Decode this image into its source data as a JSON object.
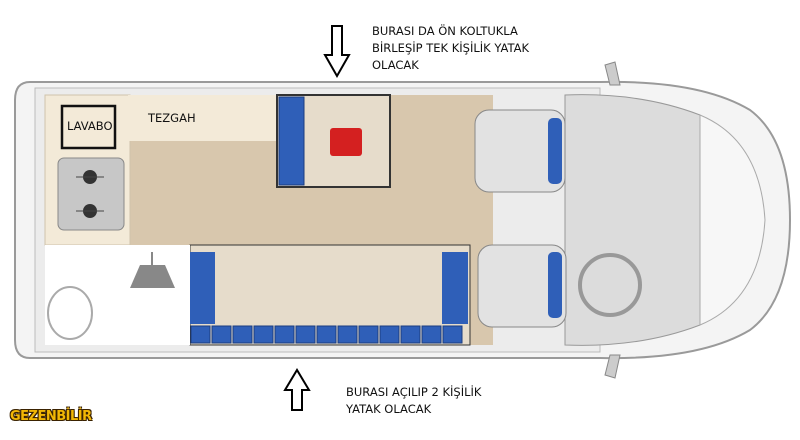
{
  "annotations": {
    "top_note": "BURASI DA ÖN KOLTUKLA\nBİRLEŞİP TEK KİŞİLİK YATAK\nOLACAK",
    "bottom_note": "BURASI AÇILIP 2 KİŞİLİK\nYATAK OLACAK",
    "sink_label": "LAVABO",
    "counter_label": "TEZGAH"
  },
  "logo": {
    "text": "GEZENBİLİR"
  },
  "colors": {
    "seat_blue": "#2f5fb8",
    "floor": "#d8c7ad",
    "counter": "#f3ead8",
    "fire_extinguisher": "#d42020"
  },
  "icons": [
    "down-arrow-icon",
    "up-arrow-icon",
    "stove-icon",
    "shower-icon",
    "steering-wheel-icon",
    "fire-extinguisher-icon"
  ]
}
